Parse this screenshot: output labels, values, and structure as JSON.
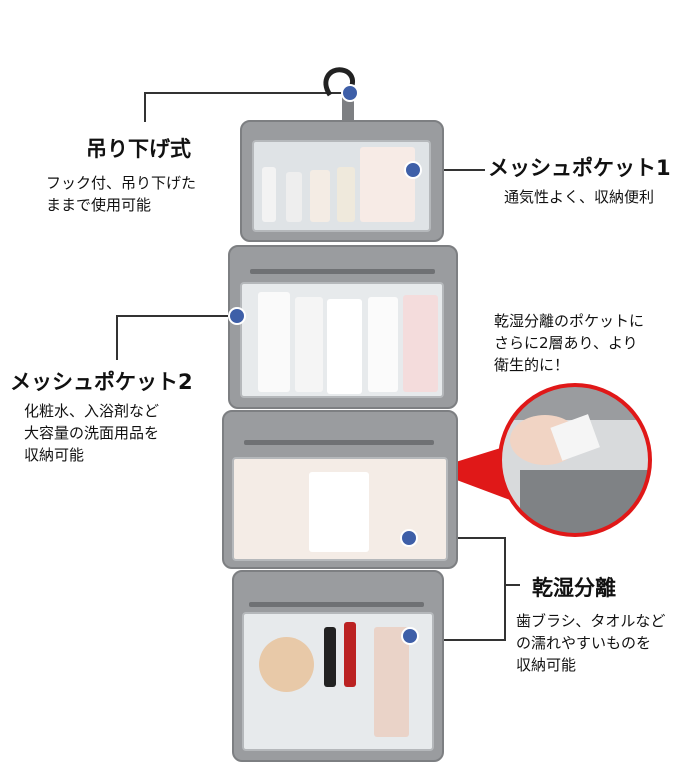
{
  "callouts": {
    "hanging": {
      "title": "吊り下げ式",
      "lines": [
        "フック付、吊り下げた",
        "ままで使用可能"
      ]
    },
    "mesh1": {
      "title": "メッシュポケット1",
      "lines": [
        "通気性よく、収納便利"
      ]
    },
    "mesh2": {
      "title": "メッシュポケット2",
      "lines": [
        "化粧水、入浴剤など",
        "大容量の洗面用品を",
        "収納可能"
      ]
    },
    "dry_wet_note": {
      "lines": [
        "乾湿分離のポケットに",
        "さらに2層あり、より",
        "衛生的に！"
      ]
    },
    "dry_wet": {
      "title": "乾湿分離",
      "lines": [
        "歯ブラシ、タオルなど",
        "の濡れやすいものを",
        "収納可能"
      ]
    }
  },
  "colors": {
    "marker": "#3e5fa8",
    "accent": "#e01818",
    "bag": "#9a9c9f"
  }
}
